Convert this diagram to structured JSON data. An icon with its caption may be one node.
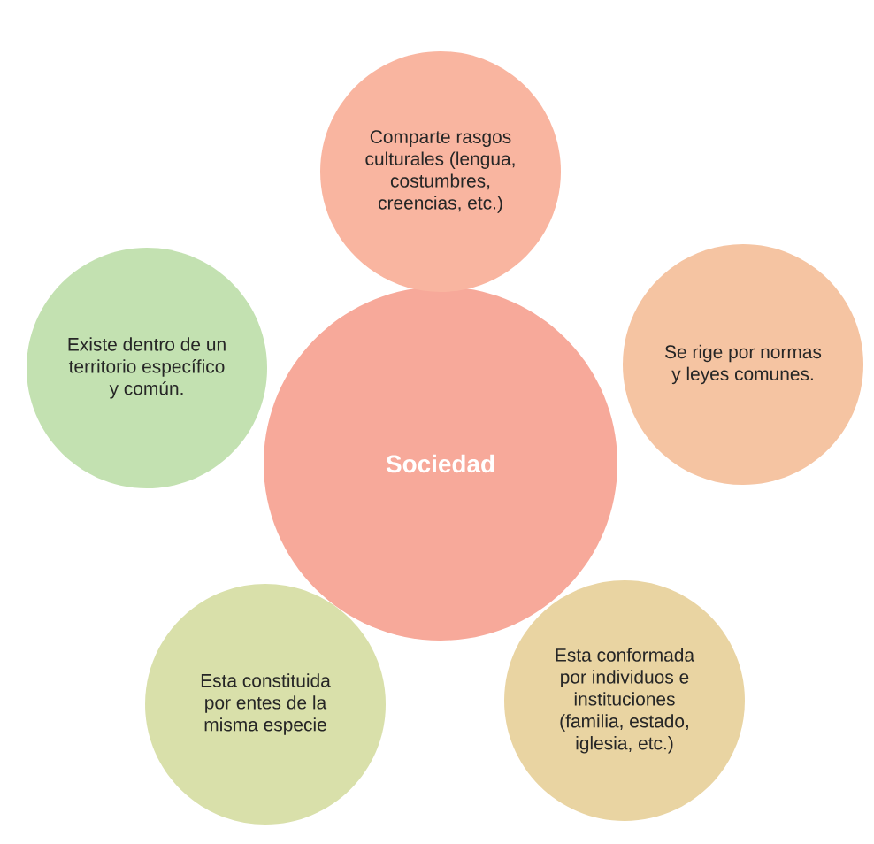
{
  "diagram": {
    "nodes": [
      {
        "text": [
          "Sociedad"
        ]
      },
      {
        "text": [
          "Comparte rasgos culturales (lengua, costumbres, creencias, etc.)"
        ]
      },
      {
        "text": [
          "Se rige por normas y leyes comunes."
        ]
      },
      {
        "text": [
          "Esta conformada por individuos e instituciones (familia, estado, iglesia, etc.)"
        ]
      },
      {
        "text": [
          "Esta constituida por entes de la misma especie"
        ]
      },
      {
        "text": [
          "Existe dentro de un territorio específico y común."
        ]
      }
    ],
    "edges": []
  }
}
